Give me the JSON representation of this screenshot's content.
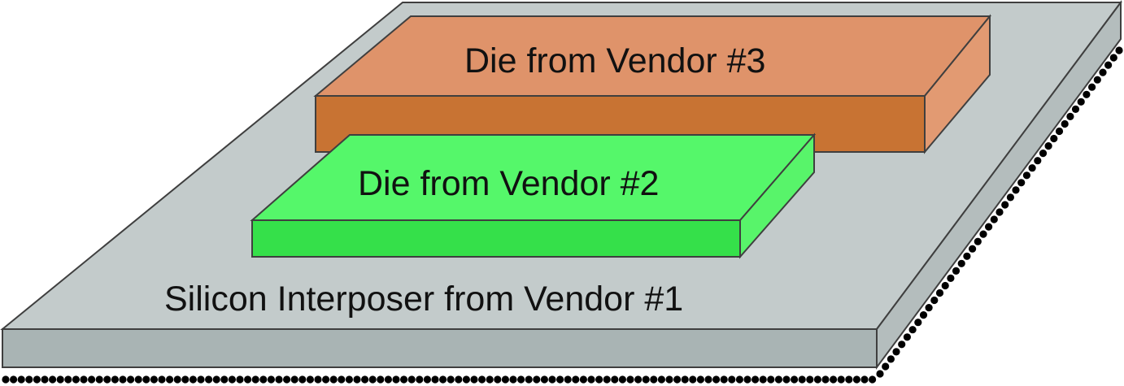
{
  "diagram": {
    "interposer": {
      "label": "Silicon Interposer from Vendor #1"
    },
    "die_vendor_3": {
      "label": "Die from Vendor #3"
    },
    "die_vendor_2": {
      "label": "Die from Vendor #2"
    }
  },
  "colors": {
    "interposer_top": "#c3cbcb",
    "interposer_front": "#a9b4b4",
    "interposer_right": "#b4bdbd",
    "die3_top": "#df936a",
    "die3_front": "#c87333",
    "die3_right": "#e29a72",
    "die2_top": "#55f76a",
    "die2_front": "#35e04a",
    "die2_right": "#58f46a",
    "bumps": "#000000",
    "outline": "#3f3f3f"
  }
}
